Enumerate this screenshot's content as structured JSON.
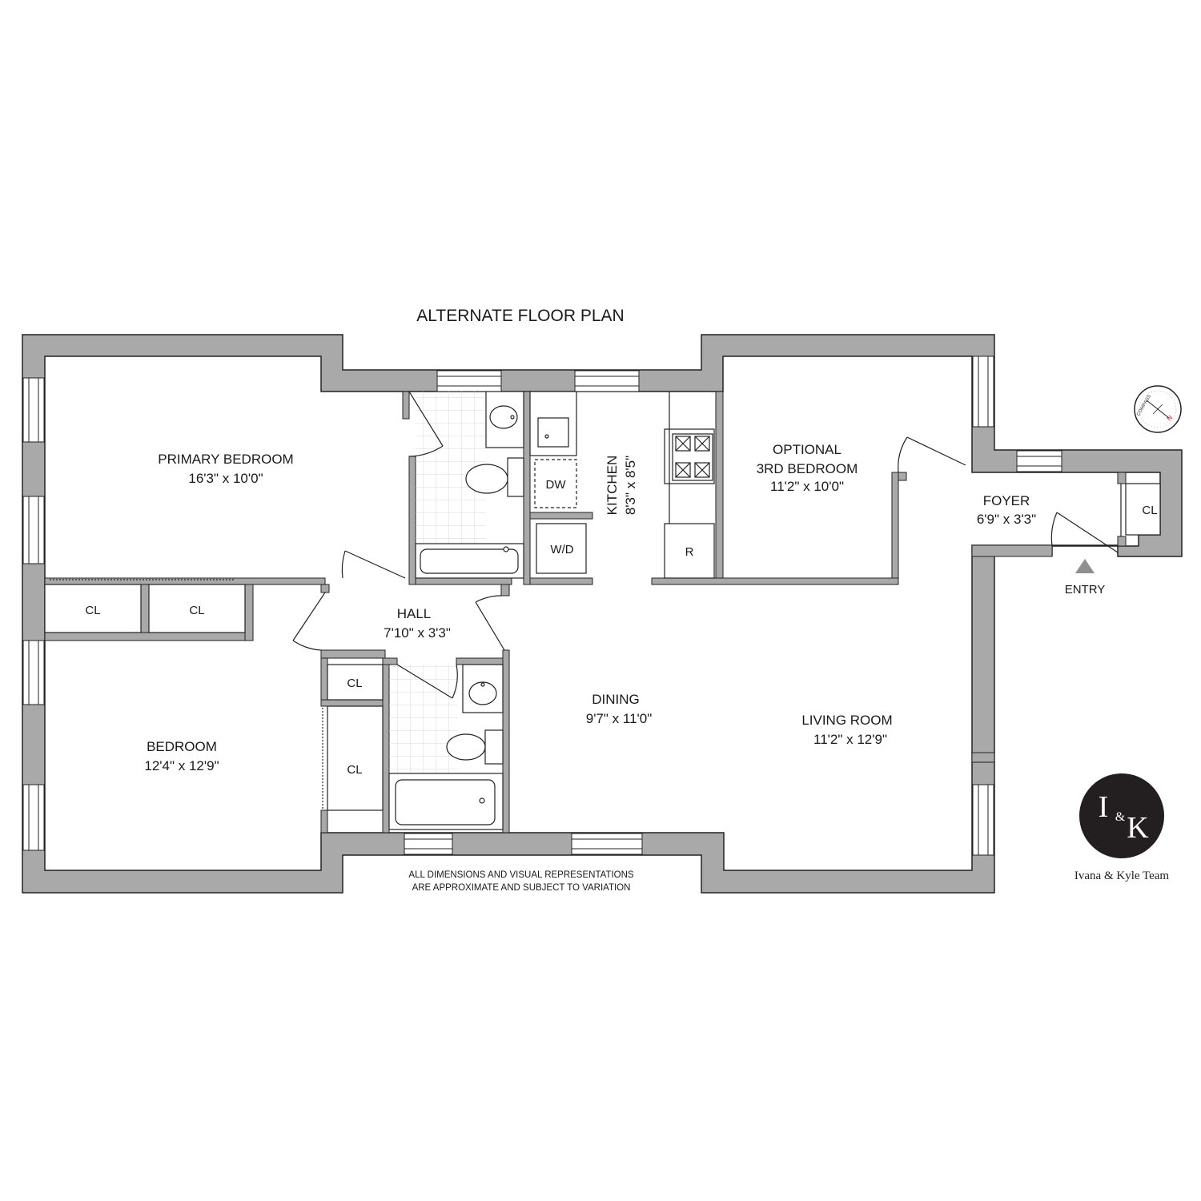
{
  "plan": {
    "title": "ALTERNATE FLOOR PLAN",
    "rooms": {
      "primary_bedroom": {
        "name": "PRIMARY BEDROOM",
        "dims": "16'3\" x 10'0\""
      },
      "bedroom": {
        "name": "BEDROOM",
        "dims": "12'4\" x 12'9\""
      },
      "hall": {
        "name": "HALL",
        "dims": "7'10\" x 3'3\""
      },
      "kitchen": {
        "name": "KITCHEN",
        "dims": "8'3\" x 8'5\""
      },
      "optional_bedroom": {
        "name_line1": "OPTIONAL",
        "name_line2": "3RD BEDROOM",
        "dims": "11'2\" x 10'0\""
      },
      "foyer": {
        "name": "FOYER",
        "dims": "6'9\" x 3'3\""
      },
      "dining": {
        "name": "DINING",
        "dims": "9'7\" x 11'0\""
      },
      "living_room": {
        "name": "LIVING ROOM",
        "dims": "11'2\" x 12'9\""
      }
    },
    "fixtures": {
      "closet": "CL",
      "dishwasher": "DW",
      "washer_dryer": "W/D",
      "refrigerator": "R"
    },
    "entry_label": "ENTRY",
    "compass_label": "COMPASS",
    "compass_north": "N",
    "disclaimer_line1": "ALL DIMENSIONS AND VISUAL REPRESENTATIONS",
    "disclaimer_line2": "ARE APPROXIMATE AND SUBJECT TO VARIATION"
  },
  "brand": {
    "logo_i": "I",
    "logo_amp": "&",
    "logo_k": "K",
    "team_name": "Ivana & Kyle Team"
  },
  "colors": {
    "wall": "#a9a9a9",
    "wall_outline": "#222222",
    "logo_bg": "#231f20",
    "north": "#d0021b"
  }
}
